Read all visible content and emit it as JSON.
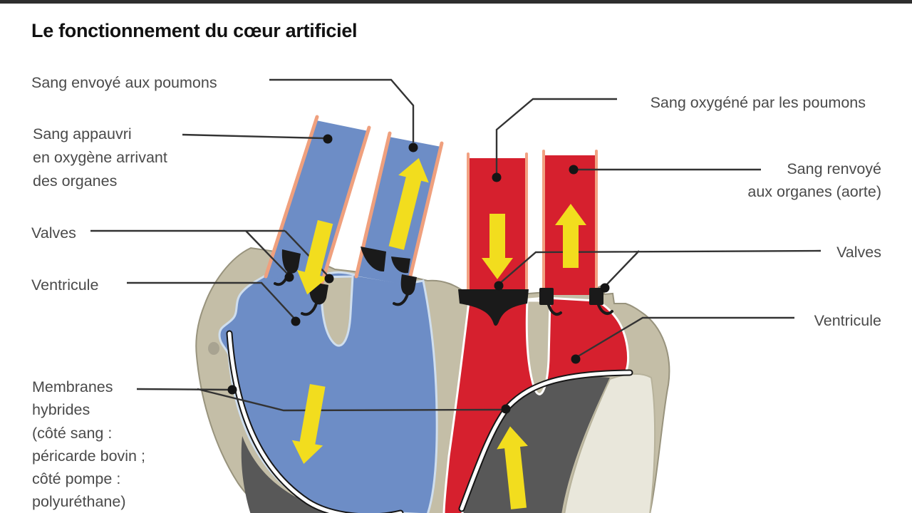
{
  "page": {
    "title": "Le fonctionnement du cœur artificiel"
  },
  "annotations": {
    "sent_to_lungs": {
      "lines": [
        "Sang envoyé aux poumons"
      ]
    },
    "depleted_blood": {
      "lines": [
        "Sang appauvri",
        "en oxygène arrivant",
        "des organes"
      ]
    },
    "valves_left": {
      "lines": [
        "Valves"
      ]
    },
    "ventricle_left": {
      "lines": [
        "Ventricule"
      ]
    },
    "membranes": {
      "lines": [
        "Membranes",
        "hybrides",
        "(côté sang :",
        "péricarde bovin ;",
        "côté pompe :",
        "polyuréthane)"
      ]
    },
    "oxygenated": {
      "lines": [
        "Sang oxygéné par les poumons"
      ]
    },
    "returned_aorta": {
      "lines": [
        "Sang renvoyé",
        "aux organes (aorte)"
      ]
    },
    "valves_right": {
      "lines": [
        "Valves"
      ]
    },
    "ventricle_right": {
      "lines": [
        "Ventricule"
      ]
    }
  },
  "colors": {
    "deoxygenated_blood": "#6d8dc6",
    "oxygenated_blood": "#d6202e",
    "vessel_border_blue_side": "#efa07e",
    "vessel_border_red_side": "#f2a182",
    "flow_arrow": "#f2dd1e",
    "heart_shell": "#c4bea7",
    "pump_chamber": "#585858",
    "right_pocket": "#e9e7db",
    "membrane": "#ffffff",
    "valve": "#1a1a1a",
    "leader_line": "#333333",
    "label_text": "#4a4a4a",
    "title_text": "#111111",
    "top_bar": "#2e2e2e"
  }
}
